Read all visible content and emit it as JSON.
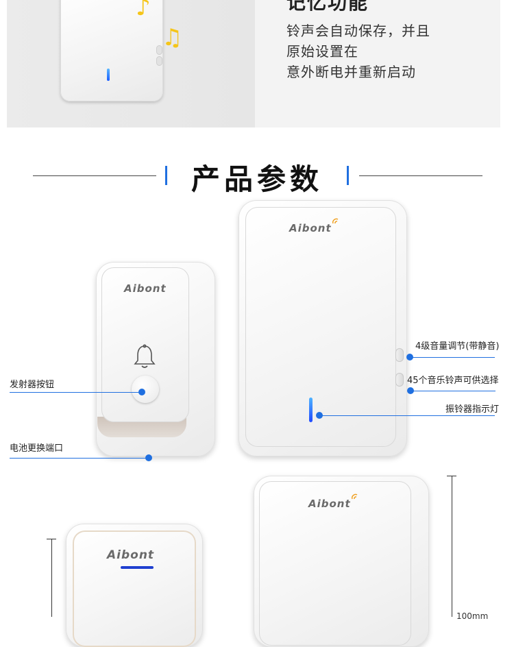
{
  "feature": {
    "title": "记忆功能",
    "lines": [
      "铃声会自动保存，并且",
      "原始设置在",
      "意外断电并重新启动"
    ],
    "note_symbols": [
      "♪",
      "♫"
    ]
  },
  "section": {
    "title": "产品参数"
  },
  "brand": {
    "logo": "Aibont"
  },
  "callouts": {
    "volume": "4级音量调节(带静音)",
    "ringtones": "45个音乐铃声可供选择",
    "indicator": "振铃器指示灯",
    "transmitter_button": "发射器按钮",
    "battery_port": "电池更换端口"
  },
  "dimension": {
    "partial_label": "100mm"
  },
  "icons": {
    "bell": "bell-icon",
    "music": "music-note-icon"
  },
  "colors": {
    "accent": "#1f6fe0",
    "led": "#1f49ff",
    "note": "#f5c518"
  }
}
